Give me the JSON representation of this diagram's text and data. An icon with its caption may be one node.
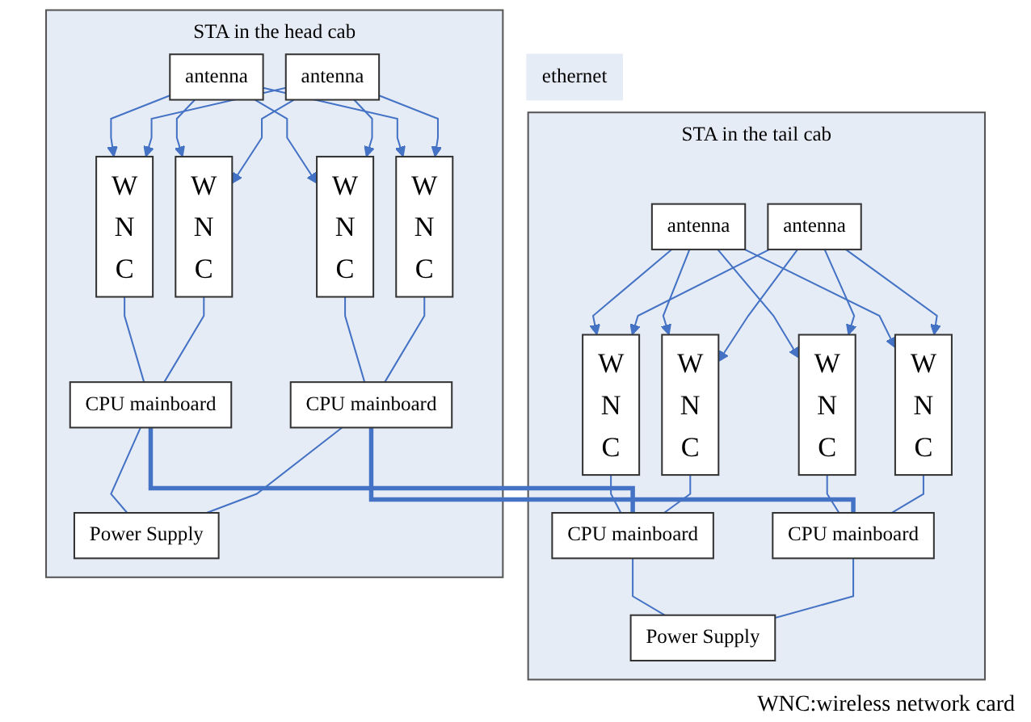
{
  "diagram": {
    "nodes": [
      {
        "text": [
          "STA in the head cab"
        ]
      },
      {
        "text": [
          "antenna"
        ],
        "in": 0
      },
      {
        "text": [
          "antenna"
        ],
        "in": 0
      },
      {
        "text": [
          "W N C"
        ],
        "in": 0
      },
      {
        "text": [
          "W N C"
        ],
        "in": 0
      },
      {
        "text": [
          "W N C"
        ],
        "in": 0
      },
      {
        "text": [
          "W N C"
        ],
        "in": 0
      },
      {
        "text": [
          "CPU mainboard"
        ],
        "in": 0
      },
      {
        "text": [
          "CPU mainboard"
        ],
        "in": 0
      },
      {
        "text": [
          "Power Supply"
        ],
        "in": 0
      },
      {
        "text": [
          "ethernet"
        ]
      },
      {
        "text": [
          "STA in the tail cab"
        ]
      },
      {
        "text": [
          "antenna"
        ],
        "in": 11
      },
      {
        "text": [
          "antenna"
        ],
        "in": 11
      },
      {
        "text": [
          "W N C"
        ],
        "in": 11
      },
      {
        "text": [
          "W N C"
        ],
        "in": 11
      },
      {
        "text": [
          "W N C"
        ],
        "in": 11
      },
      {
        "text": [
          "W N C"
        ],
        "in": 11
      },
      {
        "text": [
          "CPU mainboard"
        ],
        "in": 11
      },
      {
        "text": [
          "CPU mainboard"
        ],
        "in": 11
      },
      {
        "text": [
          "Power Supply"
        ],
        "in": 11
      }
    ],
    "edges": [
      {
        "from": 1,
        "to": 3,
        "arrow": "to"
      },
      {
        "from": 1,
        "to": 4,
        "arrow": "to"
      },
      {
        "from": 1,
        "to": 5,
        "arrow": "to"
      },
      {
        "from": 1,
        "to": 6,
        "arrow": "to"
      },
      {
        "from": 2,
        "to": 3,
        "arrow": "to"
      },
      {
        "from": 2,
        "to": 4,
        "arrow": "to"
      },
      {
        "from": 2,
        "to": 5,
        "arrow": "to"
      },
      {
        "from": 2,
        "to": 6,
        "arrow": "to"
      },
      {
        "from": 3,
        "to": 7,
        "arrow": "none"
      },
      {
        "from": 4,
        "to": 7,
        "arrow": "none"
      },
      {
        "from": 5,
        "to": 8,
        "arrow": "none"
      },
      {
        "from": 6,
        "to": 8,
        "arrow": "none"
      },
      {
        "from": 7,
        "to": 9,
        "arrow": "none"
      },
      {
        "from": 8,
        "to": 9,
        "arrow": "none"
      },
      {
        "from": 12,
        "to": 14,
        "arrow": "to"
      },
      {
        "from": 12,
        "to": 15,
        "arrow": "to"
      },
      {
        "from": 12,
        "to": 16,
        "arrow": "to"
      },
      {
        "from": 12,
        "to": 17,
        "arrow": "to"
      },
      {
        "from": 13,
        "to": 14,
        "arrow": "to"
      },
      {
        "from": 13,
        "to": 15,
        "arrow": "to"
      },
      {
        "from": 13,
        "to": 16,
        "arrow": "to"
      },
      {
        "from": 13,
        "to": 17,
        "arrow": "to"
      },
      {
        "from": 14,
        "to": 18,
        "arrow": "none"
      },
      {
        "from": 15,
        "to": 18,
        "arrow": "none"
      },
      {
        "from": 16,
        "to": 19,
        "arrow": "none"
      },
      {
        "from": 17,
        "to": 19,
        "arrow": "none"
      },
      {
        "from": 18,
        "to": 20,
        "arrow": "none"
      },
      {
        "from": 19,
        "to": 20,
        "arrow": "none"
      },
      {
        "from": 7,
        "to": 18,
        "arrow": "none",
        "style": "thick"
      },
      {
        "from": 8,
        "to": 19,
        "arrow": "none",
        "style": "thick"
      }
    ],
    "labels": [
      "WNC:wireless network card"
    ]
  }
}
